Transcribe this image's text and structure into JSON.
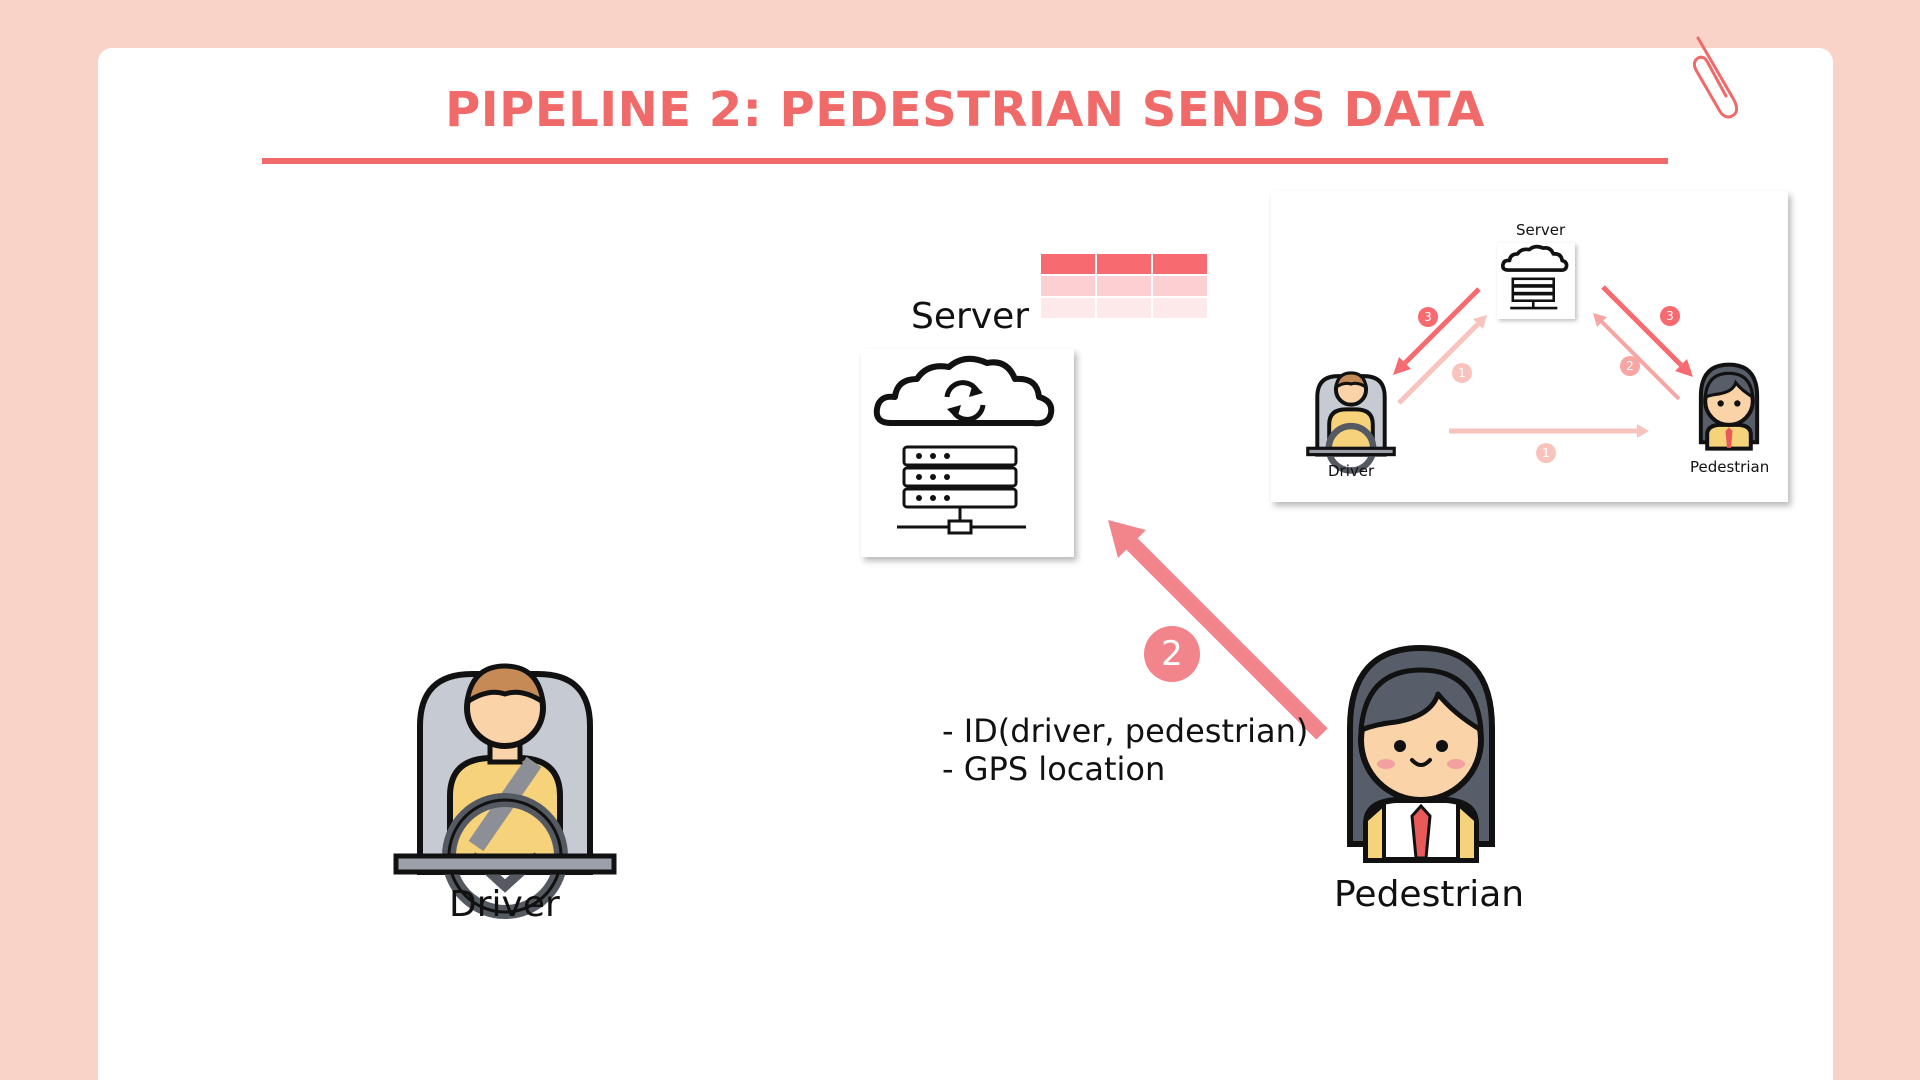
{
  "slide": {
    "title": "PIPELINE 2: PEDESTRIAN SENDS DATA",
    "accent_color": "#f06a6a",
    "background_color": "#f9d3c8"
  },
  "diagram": {
    "server_label": "Server",
    "driver_label": "Driver",
    "pedestrian_label": "Pedestrian",
    "step_number": "2",
    "payload": [
      "- ID(driver, pedestrian)",
      "- GPS location"
    ],
    "icons": {
      "server": "cloud-server-icon",
      "driver": "driver-in-seat-icon",
      "pedestrian": "pedestrian-girl-icon",
      "decoration": "paperclip-icon"
    }
  },
  "mini_diagram": {
    "server_label": "Server",
    "driver_label": "Driver",
    "pedestrian_label": "Pedestrian",
    "badges": [
      "3",
      "1",
      "3",
      "2",
      "1"
    ]
  }
}
